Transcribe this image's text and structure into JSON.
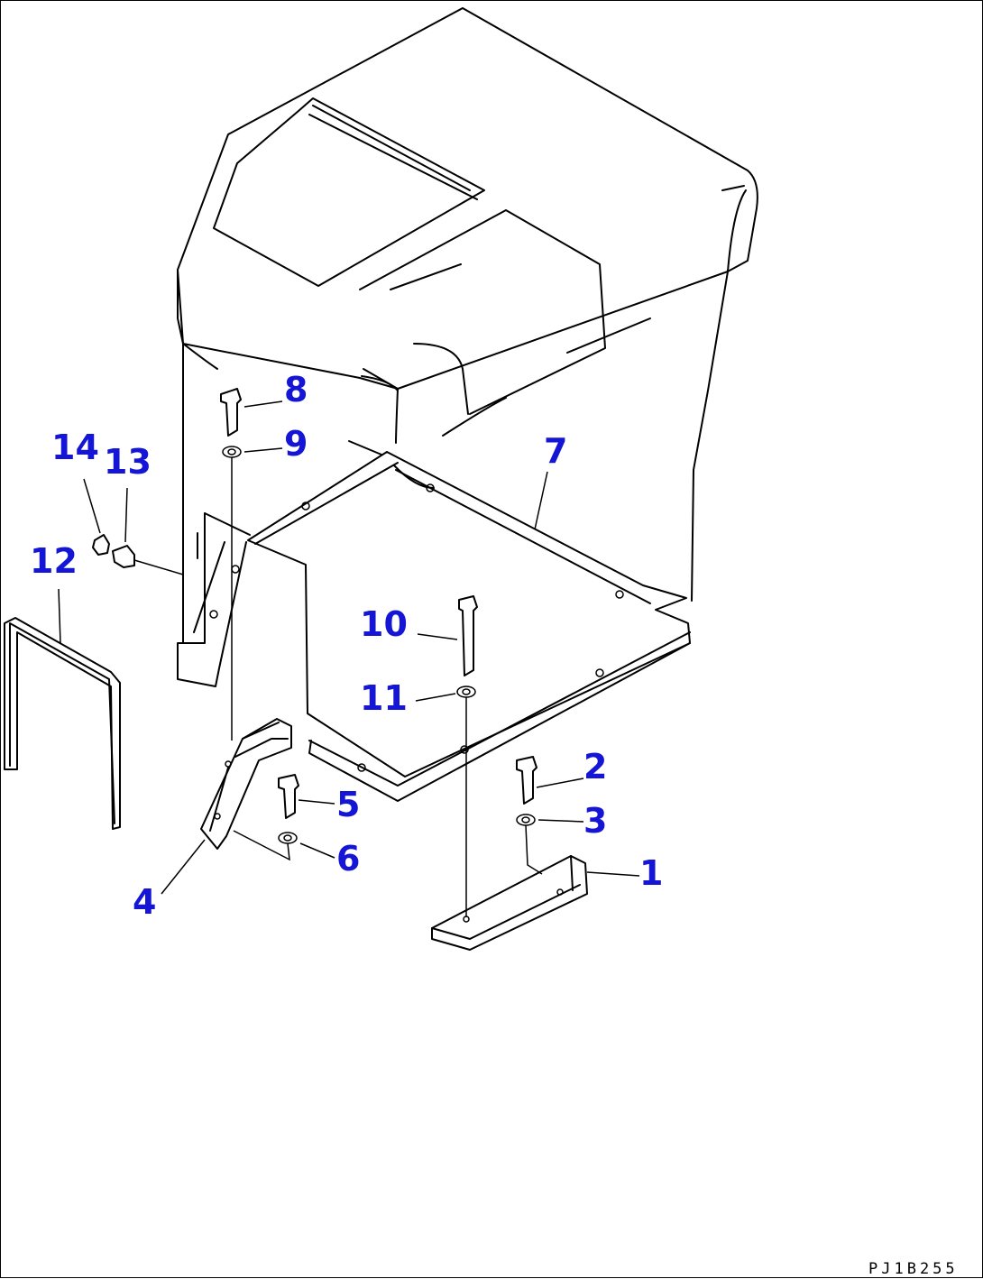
{
  "diagram": {
    "callouts": [
      {
        "id": "1",
        "label": "1"
      },
      {
        "id": "2",
        "label": "2"
      },
      {
        "id": "3",
        "label": "3"
      },
      {
        "id": "4",
        "label": "4"
      },
      {
        "id": "5",
        "label": "5"
      },
      {
        "id": "6",
        "label": "6"
      },
      {
        "id": "7",
        "label": "7"
      },
      {
        "id": "8",
        "label": "8"
      },
      {
        "id": "9",
        "label": "9"
      },
      {
        "id": "10",
        "label": "10"
      },
      {
        "id": "11",
        "label": "11"
      },
      {
        "id": "12",
        "label": "12"
      },
      {
        "id": "13",
        "label": "13"
      },
      {
        "id": "14",
        "label": "14"
      }
    ],
    "drawing_code": "PJ1B255",
    "callout_color": "#1515d6"
  }
}
